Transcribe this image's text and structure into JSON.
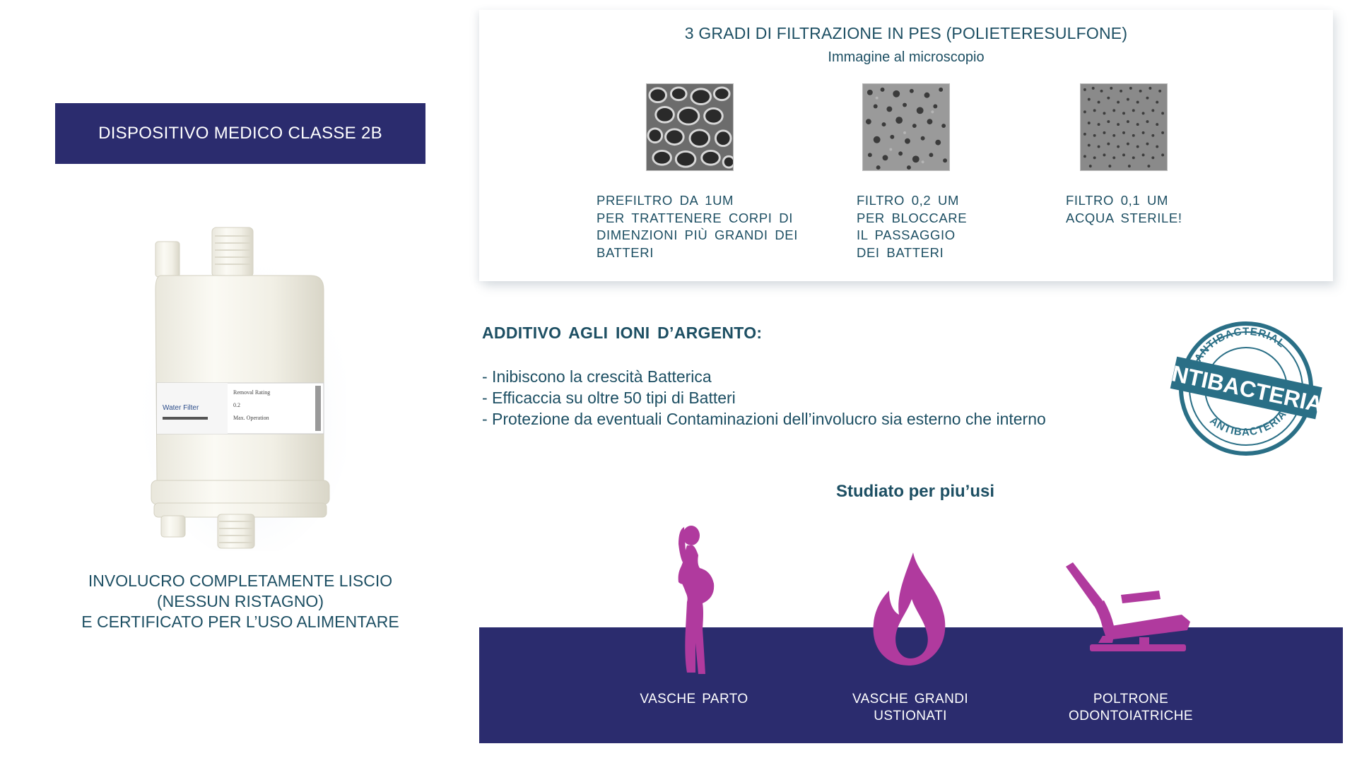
{
  "left": {
    "badge": "DISPOSITIVO MEDICO CLASSE 2B",
    "product_label": {
      "name": "Water Filter",
      "rating": "Removal Rating",
      "rating_value": "0.2",
      "operation": "Max. Operation"
    },
    "caption": [
      "INVOLUCRO COMPLETAMENTE LISCIO",
      "(NESSUN RISTAGNO)",
      "E CERTIFICATO PER L’USO ALIMENTARE"
    ]
  },
  "filtration": {
    "title": "3 GRADI DI FILTRAZIONE IN PES (POLIETERESULFONE)",
    "subtitle": "Immagine al microscopio",
    "filters": [
      {
        "lines": [
          "PREFILTRO  DA  1UM",
          "PER  TRATTENERE  CORPI DI",
          "DIMENZIONI  PIÙ GRANDI  DEI",
          "BATTERI"
        ]
      },
      {
        "lines": [
          "FILTRO  0,2  UM",
          "PER  BLOCCARE",
          "IL  PASSAGGIO",
          "DEI  BATTERI"
        ]
      },
      {
        "lines": [
          "FILTRO  0,1 UM",
          "ACQUA  STERILE!"
        ]
      }
    ]
  },
  "additivo": {
    "title": "ADDITIVO  AGLI IONI  D’ARGENTO:",
    "items": [
      "- Inibiscono la crescità Batterica",
      "- Efficaccia su oltre 50 tipi di Batteri",
      "- Protezione da eventuali Contaminazioni dell’involucro sia esterno che interno"
    ]
  },
  "stamp": {
    "main": "ANTIBACTERIAL",
    "ring_top": "ANTIBACTERIAL",
    "ring_bottom": "ANTIBACTERIAL",
    "color": "#2a6f86"
  },
  "uses": {
    "title": "Studiato per piu’usi",
    "items": [
      {
        "icon": "pregnant-woman-icon",
        "lines": [
          "VASCHE  PARTO"
        ]
      },
      {
        "icon": "flame-icon",
        "lines": [
          "VASCHE  GRANDI",
          "USTIONATI"
        ]
      },
      {
        "icon": "dental-chair-icon",
        "lines": [
          "POLTRONE",
          "ODONTOIATRICHE"
        ]
      }
    ]
  },
  "colors": {
    "navy": "#2b2c6e",
    "text": "#1d4f63",
    "magenta": "#b03a9e"
  }
}
